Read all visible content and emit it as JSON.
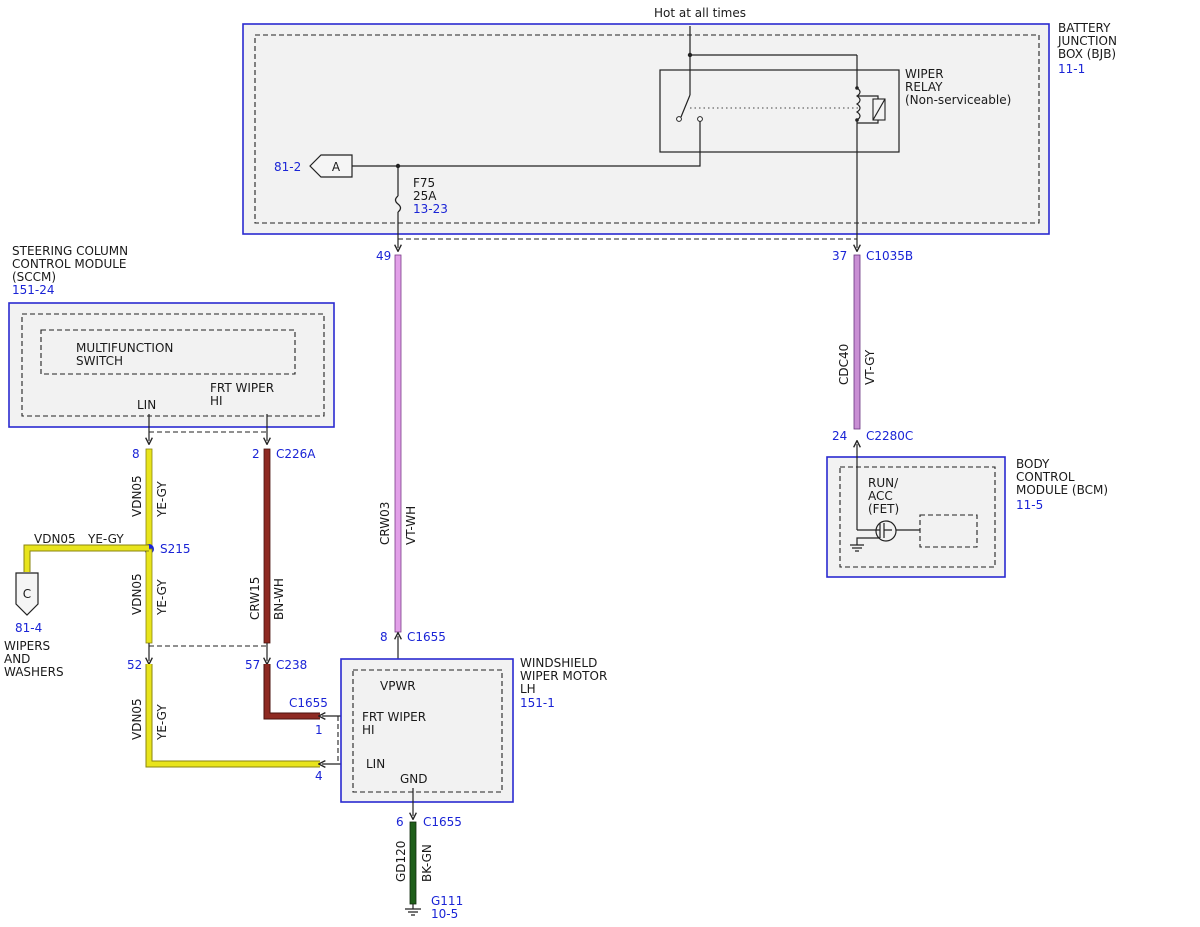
{
  "bjb": {
    "top_note": "Hot at all times",
    "name_lines": [
      "BATTERY",
      "JUNCTION",
      "BOX (BJB)"
    ],
    "ref": "11-1",
    "relay_lines": [
      "WIPER",
      "RELAY",
      "(Non-serviceable)"
    ],
    "connector_a": {
      "letter": "A",
      "ref": "81-2"
    },
    "fuse": {
      "name": "F75",
      "rating": "25A",
      "ref": "13-23"
    }
  },
  "sccm": {
    "name_lines": [
      "STEERING COLUMN",
      "CONTROL MODULE",
      "(SCCM)"
    ],
    "ref": "151-24",
    "switch_lines": [
      "MULTIFUNCTION",
      "SWITCH"
    ],
    "frt_wiper_lines": [
      "FRT WIPER",
      "HI"
    ],
    "lin_label": "LIN"
  },
  "bcm": {
    "name_lines": [
      "BODY",
      "CONTROL",
      "MODULE (BCM)"
    ],
    "ref": "11-5",
    "fet_lines": [
      "RUN/",
      "ACC",
      "(FET)"
    ]
  },
  "motor": {
    "name_lines": [
      "WINDSHIELD",
      "WIPER MOTOR",
      "LH"
    ],
    "ref": "151-1",
    "vpwr": "VPWR",
    "frt_wiper_lines": [
      "FRT WIPER",
      "HI"
    ],
    "lin": "LIN",
    "gnd": "GND"
  },
  "wipers_ref": {
    "letter": "C",
    "ref": "81-4",
    "name_lines": [
      "WIPERS",
      "AND",
      "WASHERS"
    ]
  },
  "splice": {
    "name": "S215"
  },
  "ground": {
    "name": "G111",
    "ref": "10-5"
  },
  "pins": {
    "bjb_49": "49",
    "bjb_37": "37",
    "bjb_conn": "C1035B",
    "bcm_24": "24",
    "bcm_conn": "C2280C",
    "sccm_8": "8",
    "sccm_2": "2",
    "sccm_conn": "C226A",
    "c238_52": "52",
    "c238_57": "57",
    "c238_conn": "C238",
    "motor_8": "8",
    "motor_8_conn": "C1655",
    "motor_1": "1",
    "motor_1_conn": "C1655",
    "motor_4": "4",
    "motor_6": "6",
    "motor_6_conn": "C1655"
  },
  "wires": {
    "crw03": {
      "circuit": "CRW03",
      "color": "VT-WH"
    },
    "cdc40": {
      "circuit": "CDC40",
      "color": "VT-GY"
    },
    "crw15": {
      "circuit": "CRW15",
      "color": "BN-WH"
    },
    "vdn05_upper": {
      "circuit": "VDN05",
      "color": "YE-GY"
    },
    "vdn05_mid": {
      "circuit": "VDN05",
      "color": "YE-GY"
    },
    "vdn05_lower": {
      "circuit": "VDN05",
      "color": "YE-GY"
    },
    "vdn05_branch": {
      "circuit": "VDN05",
      "color": "YE-GY"
    },
    "gd120": {
      "circuit": "GD120",
      "color": "BK-GN"
    }
  },
  "colors": {
    "module_border": "#2a2ad0",
    "ref_text": "#1a24d6",
    "wire_violet_white": "#e2a0e8",
    "wire_violet_gray": "#c98fd4",
    "wire_brown_white": "#8e2a22",
    "wire_yellow_gray": "#e8e41c",
    "wire_black_green": "#1f5f1a",
    "splice_dot": "#1a24d6"
  }
}
